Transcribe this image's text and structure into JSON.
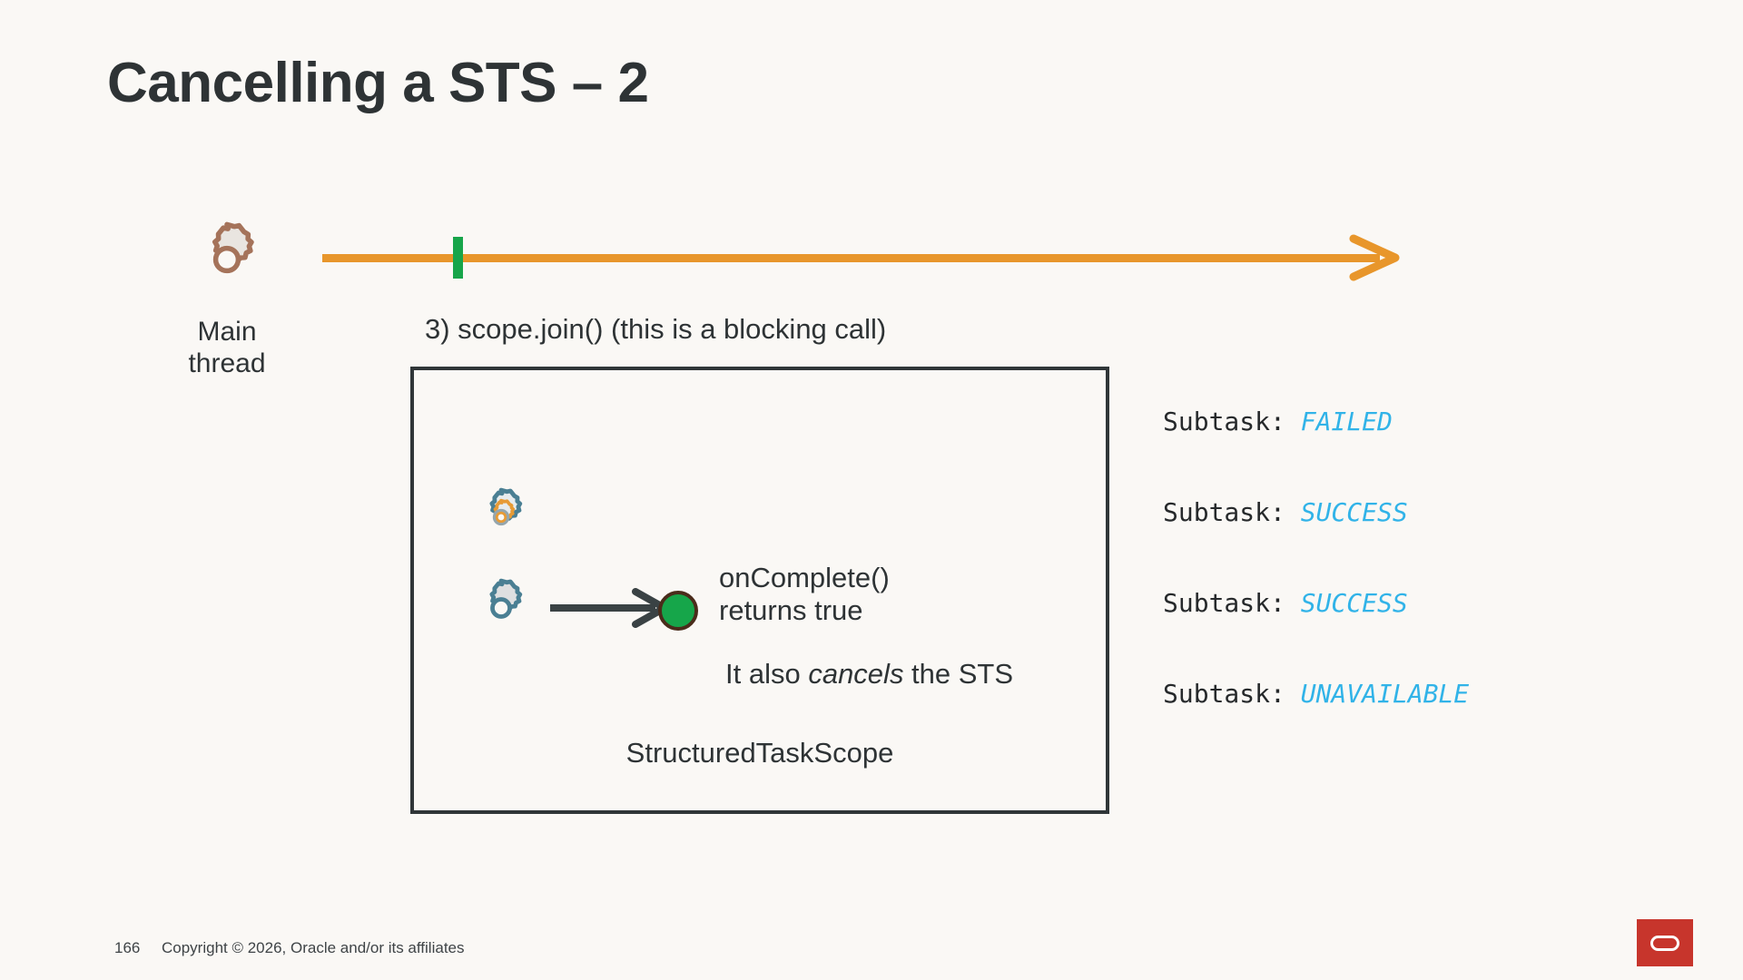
{
  "slide": {
    "title": "Cancelling a STS – 2"
  },
  "actor": {
    "gear_icon": "gear-icon",
    "label_line1": "Main",
    "label_line2": "thread"
  },
  "timeline": {
    "arrow_icon": "arrow-right-icon",
    "tick_marker": "timeline-tick-marker",
    "line_color": "#e8962b",
    "tick_color": "#17a54a",
    "step_caption": "3) scope.join() (this is a blocking call)"
  },
  "sts_box": {
    "label": "StructuredTaskScope",
    "gear_top_icon": "gear-icon",
    "gear_bottom_icon": "gear-icon",
    "arrow_icon": "arrow-right-icon",
    "completion_dot": "green-status-dot",
    "completion_dot_color": "#16a64a",
    "oncomplete_line1": "onComplete()",
    "oncomplete_line2": "returns true",
    "cancels_prefix": "It also ",
    "cancels_emphasis": "cancels",
    "cancels_suffix": " the STS"
  },
  "subtasks": {
    "key_label": "Subtask: ",
    "status_color": "#31b3e8",
    "rows": [
      {
        "key": "Subtask: ",
        "status": "FAILED"
      },
      {
        "key": "Subtask: ",
        "status": "SUCCESS"
      },
      {
        "key": "Subtask: ",
        "status": "SUCCESS"
      },
      {
        "key": "Subtask: ",
        "status": "UNAVAILABLE"
      }
    ]
  },
  "footer": {
    "page_number": "166",
    "copyright": "Copyright © 2026, Oracle and/or its affiliates",
    "logo_name": "oracle-logo",
    "logo_color": "#c7352c"
  }
}
